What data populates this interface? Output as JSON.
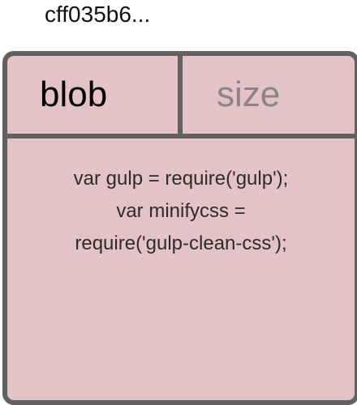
{
  "object_hash": "cff035b6...",
  "blob": {
    "type_label": "blob",
    "size_label": "size",
    "content_lines": [
      "var gulp = require('gulp');",
      "var minifycss =",
      "require('gulp-clean-css');"
    ]
  },
  "colors": {
    "card_fill": "#e4c3c6",
    "card_border": "#616161",
    "size_text": "#8b8386"
  }
}
